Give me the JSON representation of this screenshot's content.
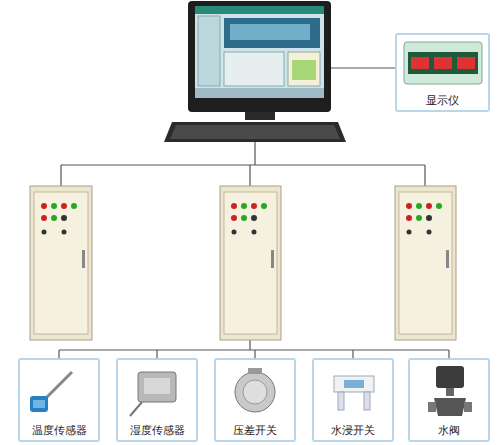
{
  "diagram": {
    "nodes": [
      {
        "text": [
          "显示仪"
        ]
      },
      {
        "text": [
          "温度传感器"
        ]
      },
      {
        "text": [
          "湿度传感器"
        ]
      },
      {
        "text": [
          "压差开关"
        ]
      },
      {
        "text": [
          "水浸开关"
        ]
      },
      {
        "text": [
          "水阀"
        ]
      }
    ]
  }
}
